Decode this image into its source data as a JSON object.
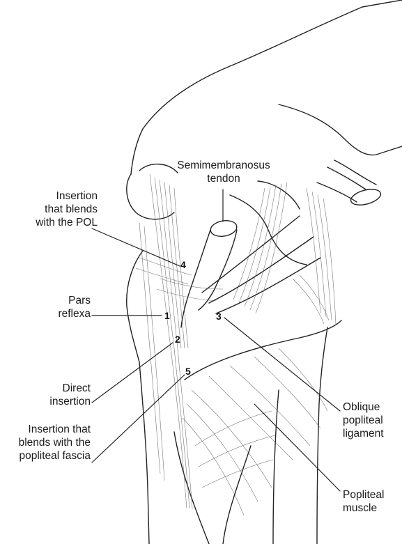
{
  "labels": {
    "semimembranosus": [
      "Semimembranosus",
      "tendon"
    ],
    "pol": [
      "Insertion",
      "that blends",
      "with the POL"
    ],
    "pars": [
      "Pars",
      "reflexa"
    ],
    "direct": [
      "Direct",
      "insertion"
    ],
    "fascia": [
      "Insertion that",
      "blends with the",
      "popliteal fascia"
    ],
    "oblique": [
      "Oblique",
      "popliteal",
      "ligament"
    ],
    "popliteal_muscle": [
      "Popliteal",
      "muscle"
    ]
  },
  "numbers": {
    "n1": "1",
    "n2": "2",
    "n3": "3",
    "n4": "4",
    "n5": "5"
  }
}
